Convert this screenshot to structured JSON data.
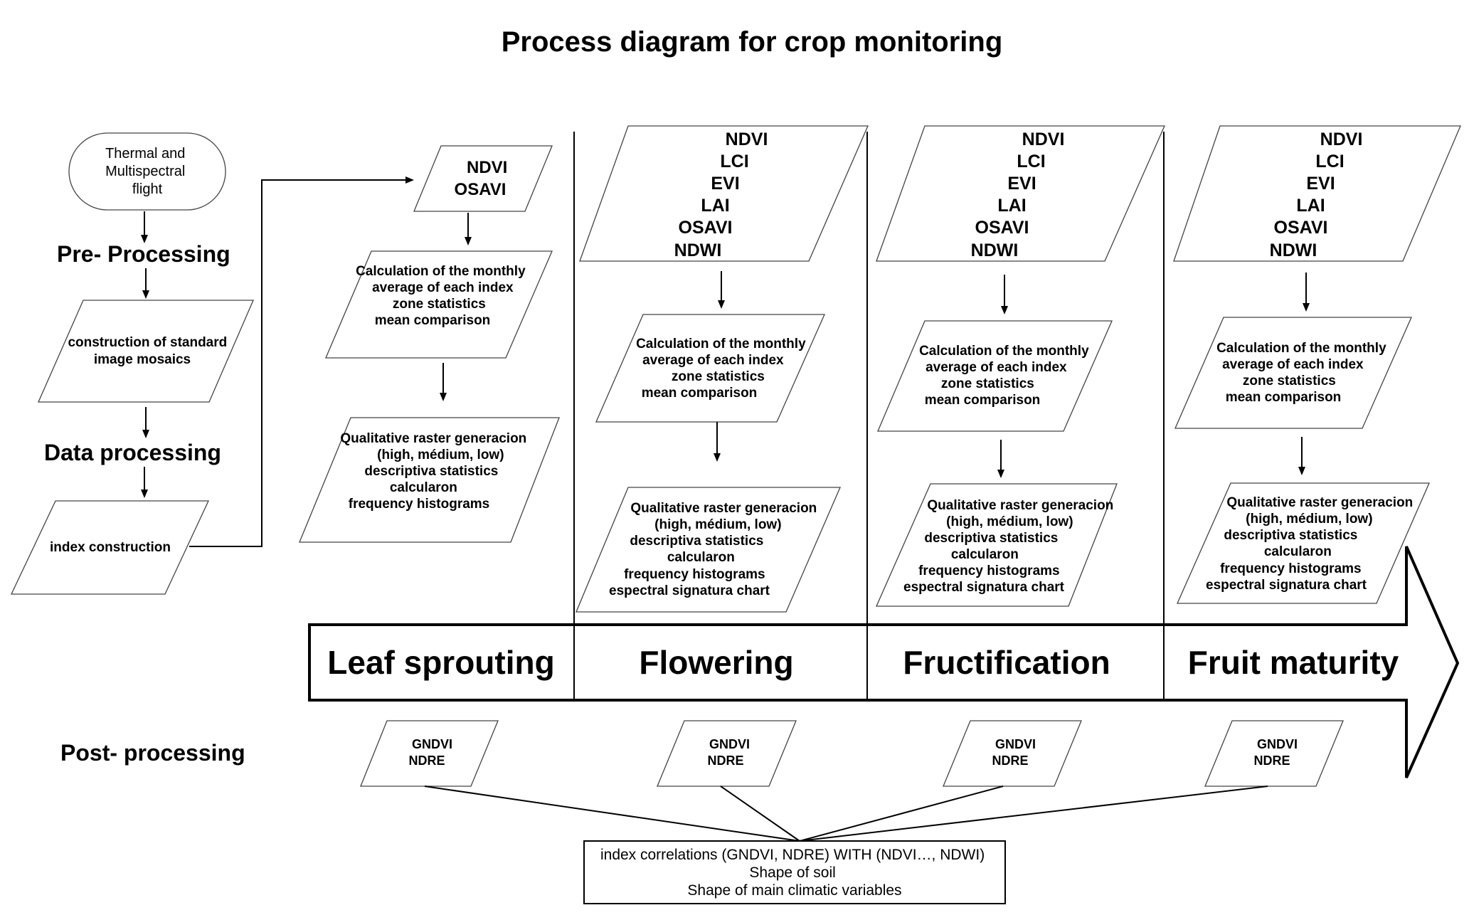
{
  "title": "Process diagram for crop monitoring",
  "pipeline": {
    "start": [
      "Thermal and",
      "Multispectral",
      "flight"
    ],
    "preprocessing_label": "Pre- Processing",
    "mosaic_box": [
      "construction of standard",
      "image mosaics"
    ],
    "data_processing_label": "Data processing",
    "index_box": [
      "index construction"
    ],
    "postprocessing_label": "Post- processing"
  },
  "stages": [
    {
      "name": "Leaf sprouting",
      "indices": [
        "NDVI",
        "OSAVI"
      ],
      "calculation": [
        "Calculation of the monthly",
        "average of each index",
        "zone statistics",
        "mean comparison"
      ],
      "raster": [
        "Qualitative raster generacion",
        "(high, médium, low)",
        "descriptiva statistics",
        "calcularon",
        "frequency histograms"
      ],
      "post_indices": [
        "GNDVI",
        "NDRE"
      ]
    },
    {
      "name": "Flowering",
      "indices": [
        "NDVI",
        "LCI",
        "EVI",
        "LAI",
        "OSAVI",
        "NDWI"
      ],
      "calculation": [
        "Calculation of the monthly",
        "average of each index",
        "zone statistics",
        "mean comparison"
      ],
      "raster": [
        "Qualitative raster generacion",
        "(high, médium, low)",
        "descriptiva statistics",
        "calcularon",
        "frequency histograms",
        "espectral signatura chart"
      ],
      "post_indices": [
        "GNDVI",
        "NDRE"
      ]
    },
    {
      "name": "Fructification",
      "indices": [
        "NDVI",
        "LCI",
        "EVI",
        "LAI",
        "OSAVI",
        "NDWI"
      ],
      "calculation": [
        "Calculation of the monthly",
        "average of each index",
        "zone statistics",
        "mean comparison"
      ],
      "raster": [
        "Qualitative raster generacion",
        "(high, médium, low)",
        "descriptiva statistics",
        "calcularon",
        "frequency histograms",
        "espectral signatura chart"
      ],
      "post_indices": [
        "GNDVI",
        "NDRE"
      ]
    },
    {
      "name": "Fruit maturity",
      "indices": [
        "NDVI",
        "LCI",
        "EVI",
        "LAI",
        "OSAVI",
        "NDWI"
      ],
      "calculation": [
        "Calculation of the monthly",
        "average of each index",
        "zone statistics",
        "mean comparison"
      ],
      "raster": [
        "Qualitative raster generacion",
        "(high, médium, low)",
        "descriptiva statistics",
        "calcularon",
        "frequency histograms",
        "espectral signatura chart"
      ],
      "post_indices": [
        "GNDVI",
        "NDRE"
      ]
    }
  ],
  "correlations": [
    "index correlations (GNDVI, NDRE) WITH (NDVI…, NDWI)",
    "Shape of soil",
    "Shape of main climatic variables"
  ]
}
